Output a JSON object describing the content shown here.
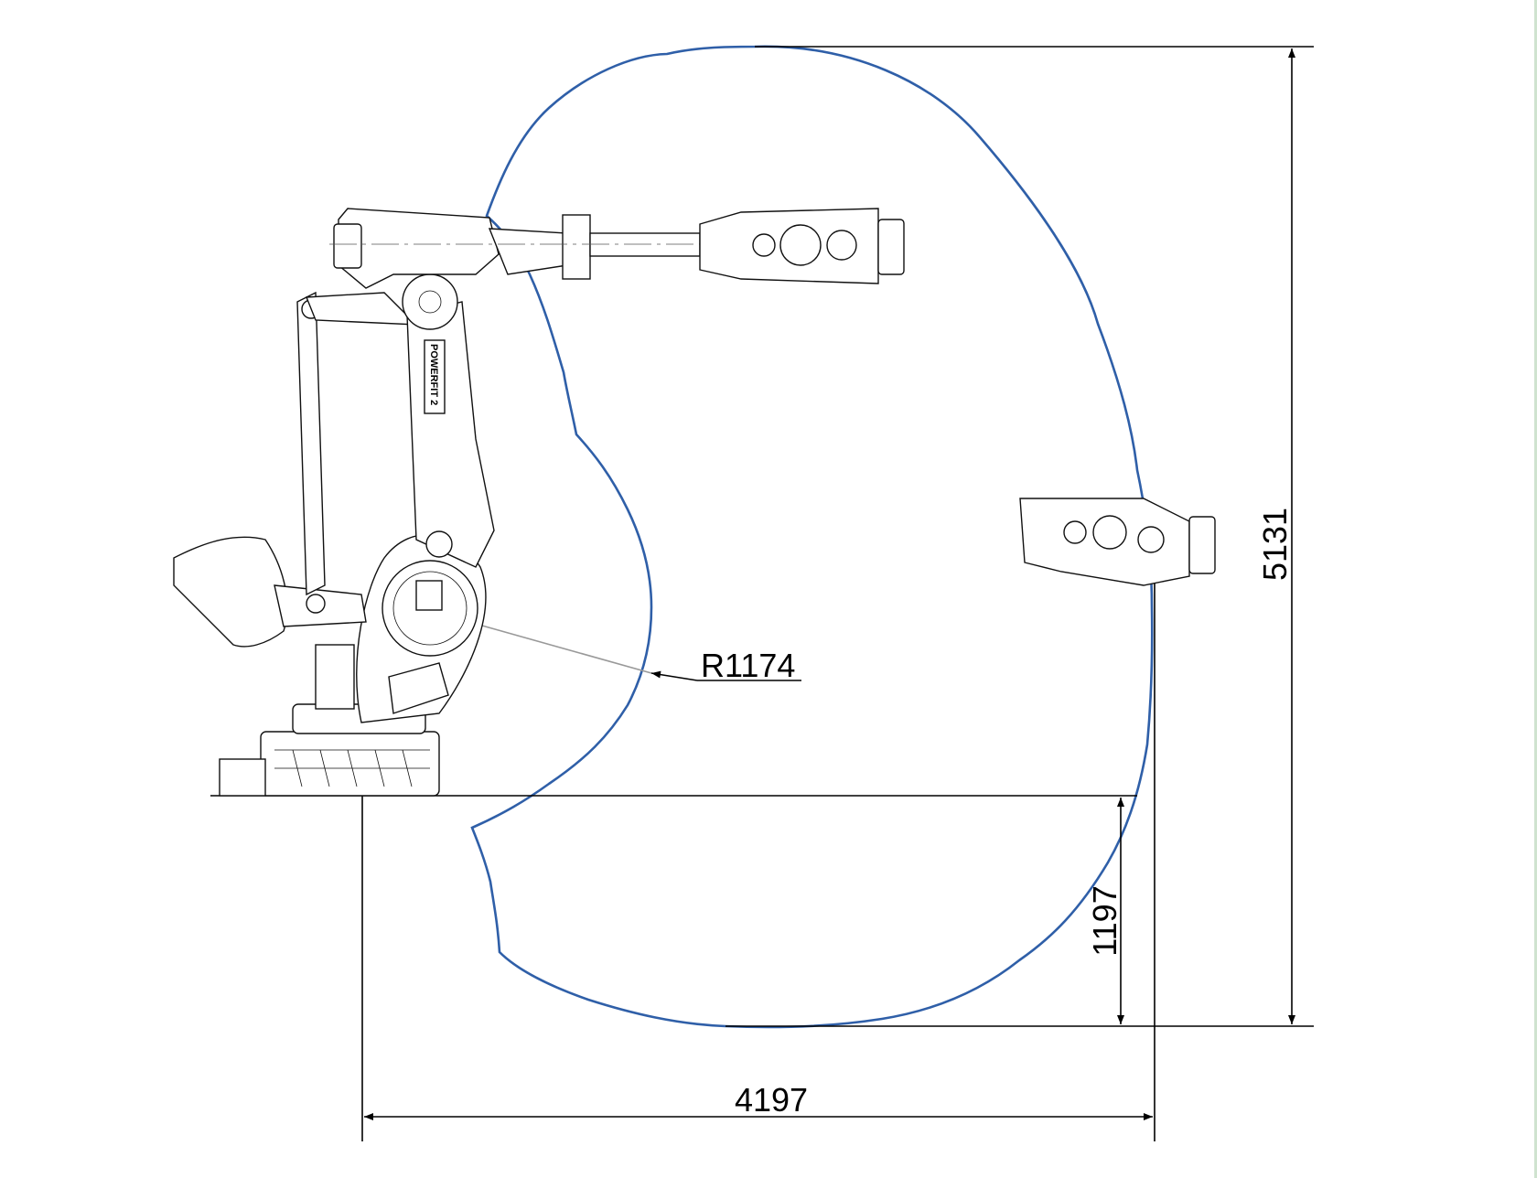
{
  "drawing": {
    "envelope_color": "#2f5fa8",
    "line_color": "#000000",
    "dimensions": {
      "total_height": "5131",
      "lower_height": "1197",
      "reach": "4197",
      "inner_radius": "R1174"
    },
    "robot_label": "POWERFIT 2"
  }
}
